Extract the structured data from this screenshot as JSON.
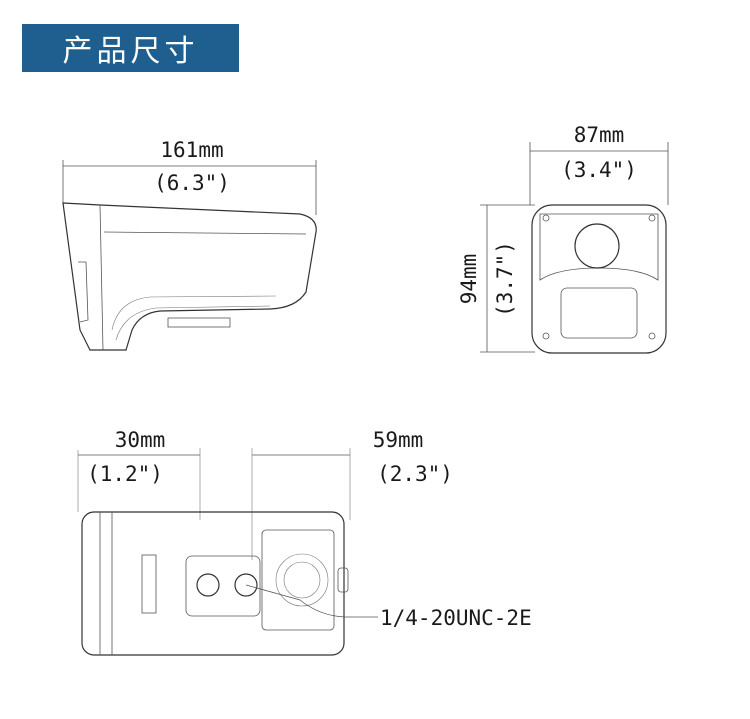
{
  "title": "产品尺寸",
  "side_view": {
    "width_mm": "161mm",
    "width_in": "(6.3\")"
  },
  "front_view": {
    "width_mm": "87mm",
    "width_in": "(3.4\")",
    "height_mm": "94mm",
    "height_in": "(3.7\")"
  },
  "bottom_view": {
    "left_mm": "30mm",
    "left_in": "(1.2\")",
    "right_mm": "59mm",
    "right_in": "(2.3\")",
    "thread_label": "1/4-20UNC-2E"
  },
  "colors": {
    "header_bg": "#1e5f8f",
    "line": "#333333"
  }
}
